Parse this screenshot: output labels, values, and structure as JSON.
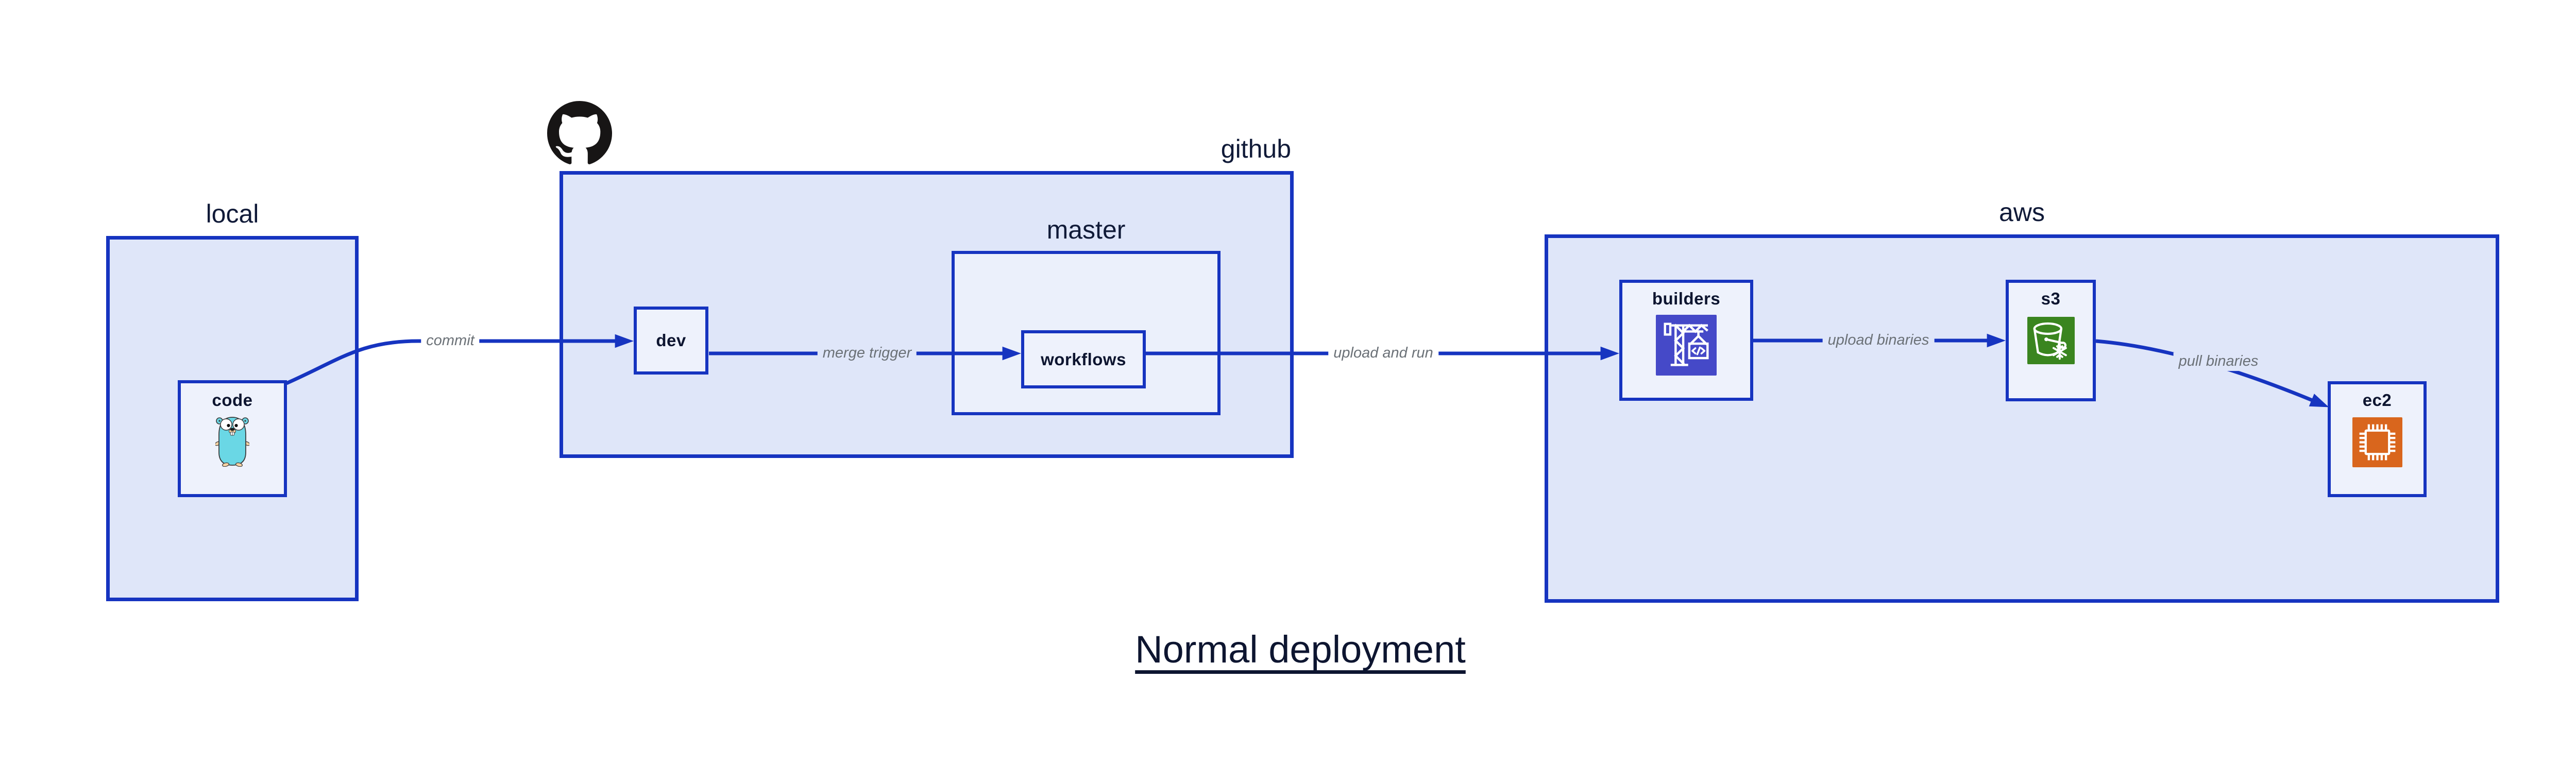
{
  "diagram": {
    "title": "Normal deployment",
    "containers": {
      "local": {
        "label": "local"
      },
      "github": {
        "label": "github",
        "logo": "github-octocat-icon"
      },
      "master": {
        "label": "master"
      },
      "aws": {
        "label": "aws"
      }
    },
    "nodes": {
      "code": {
        "label": "code",
        "icon": "go-gopher-icon"
      },
      "dev": {
        "label": "dev"
      },
      "workflows": {
        "label": "workflows"
      },
      "builders": {
        "label": "builders",
        "icon": "crane-codebuild-icon",
        "icon_bg": "#4549c8"
      },
      "s3": {
        "label": "s3",
        "icon": "bucket-glacier-icon",
        "icon_bg": "#3a851f"
      },
      "ec2": {
        "label": "ec2",
        "icon": "chip-ec2-icon",
        "icon_bg": "#d9661d"
      }
    },
    "edges": [
      {
        "id": "commit",
        "label": "commit",
        "from": "code",
        "to": "dev"
      },
      {
        "id": "merge-trigger",
        "label": "merge trigger",
        "from": "dev",
        "to": "workflows"
      },
      {
        "id": "upload-and-run",
        "label": "upload and run",
        "from": "workflows",
        "to": "builders"
      },
      {
        "id": "upload-binaries",
        "label": "upload binaries",
        "from": "builders",
        "to": "s3"
      },
      {
        "id": "pull-binaries",
        "label": "pull binaries",
        "from": "s3",
        "to": "ec2"
      }
    ],
    "colors": {
      "box_border": "#1634c0",
      "arrow": "#1634c0",
      "container_fill": "#dfe6f9",
      "master_fill": "#ebf0fb",
      "node_fill": "#eef2fc",
      "label_text": "#0d1530",
      "edge_label_text": "#6b7177",
      "github_logo": "#171515",
      "gopher_body": "#6ad7e5"
    }
  }
}
